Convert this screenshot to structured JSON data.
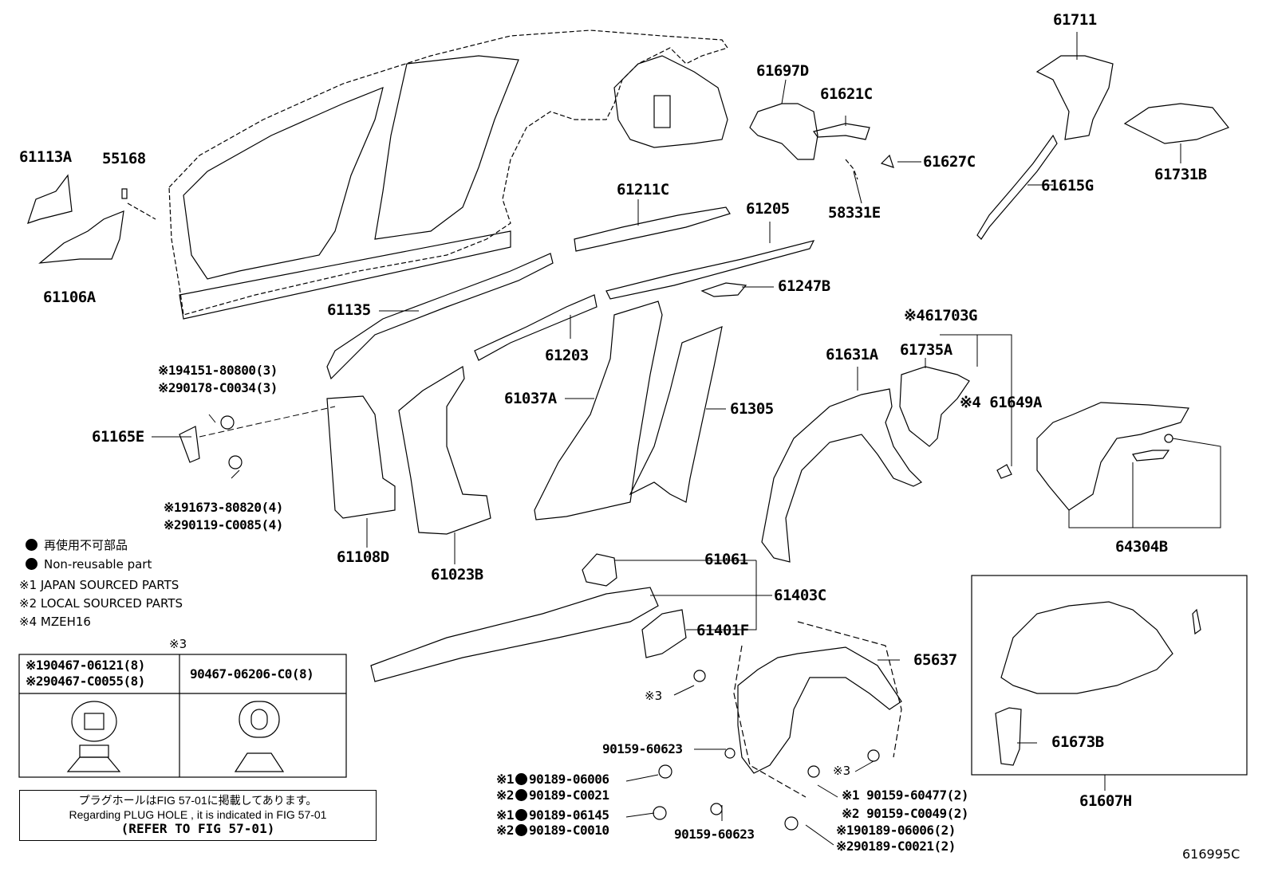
{
  "diagram_code": "616995C",
  "parts": {
    "p61711": "61711",
    "p61113A": "61113A",
    "p55168": "55168",
    "p61106A": "61106A",
    "p61697D": "61697D",
    "p61621C": "61621C",
    "p61627C": "61627C",
    "p58331E": "58331E",
    "p61615G": "61615G",
    "p61731B": "61731B",
    "p61211C": "61211C",
    "p61205": "61205",
    "p61247B": "61247B",
    "p61135": "61135",
    "p61203": "61203",
    "p61037A": "61037A",
    "p61305": "61305",
    "p61631A": "61631A",
    "p61735A": "61735A",
    "p61703G": "※461703G",
    "p61649A": "※4 61649A",
    "p61165E": "61165E",
    "p61108D": "61108D",
    "p61023B": "61023B",
    "p64304B": "64304B",
    "p61061": "61061",
    "p61403C": "61403C",
    "p61401F": "61401F",
    "p65637": "65637",
    "p61673B": "61673B",
    "p61607H": "61607H",
    "star3_a": "※3",
    "star3_b": "※3",
    "f90159_60623_a": "90159-60623",
    "f90159_60623_b": "90159-60623",
    "f1_94151": "※194151-80800(3)",
    "f2_90178": "※290178-C0034(3)",
    "f1_91673": "※191673-80820(4)",
    "f2_90119": "※290119-C0085(4)",
    "f1_90189_06006": "※1",
    "f1_90189_06006_num": "90189-06006",
    "f2_90189_C0021": "※2",
    "f2_90189_C0021_num": "90189-C0021",
    "f1_90189_06145": "※1",
    "f1_90189_06145_num": "90189-06145",
    "f2_90189_C0010": "※2",
    "f2_90189_C0010_num": "90189-C0010",
    "f1_90159_60477": "※1 90159-60477(2)",
    "f2_90159_C0049": "※2 90159-C0049(2)",
    "f1_90189_06006_2": "※190189-06006(2)",
    "f2_90189_C0021_2": "※290189-C0021(2)"
  },
  "legend": {
    "jp": "再使用不可部品",
    "en": "Non-reusable part",
    "n1": "※1 JAPAN SOURCED PARTS",
    "n2": "※2 LOCAL SOURCED PARTS",
    "n4": "※4 MZEH16"
  },
  "clip_table": {
    "header": "※3",
    "left_1": "※190467-06121(8)",
    "left_2": "※290467-C0055(8)",
    "right": "90467-06206-C0(8)"
  },
  "plug_note": {
    "jp": "プラグホールはFIG 57-01に掲載してあります。",
    "en": "Regarding  PLUG HOLE , it is indicated in FIG  57-01",
    "ref": "(REFER TO FIG 57-01)"
  }
}
